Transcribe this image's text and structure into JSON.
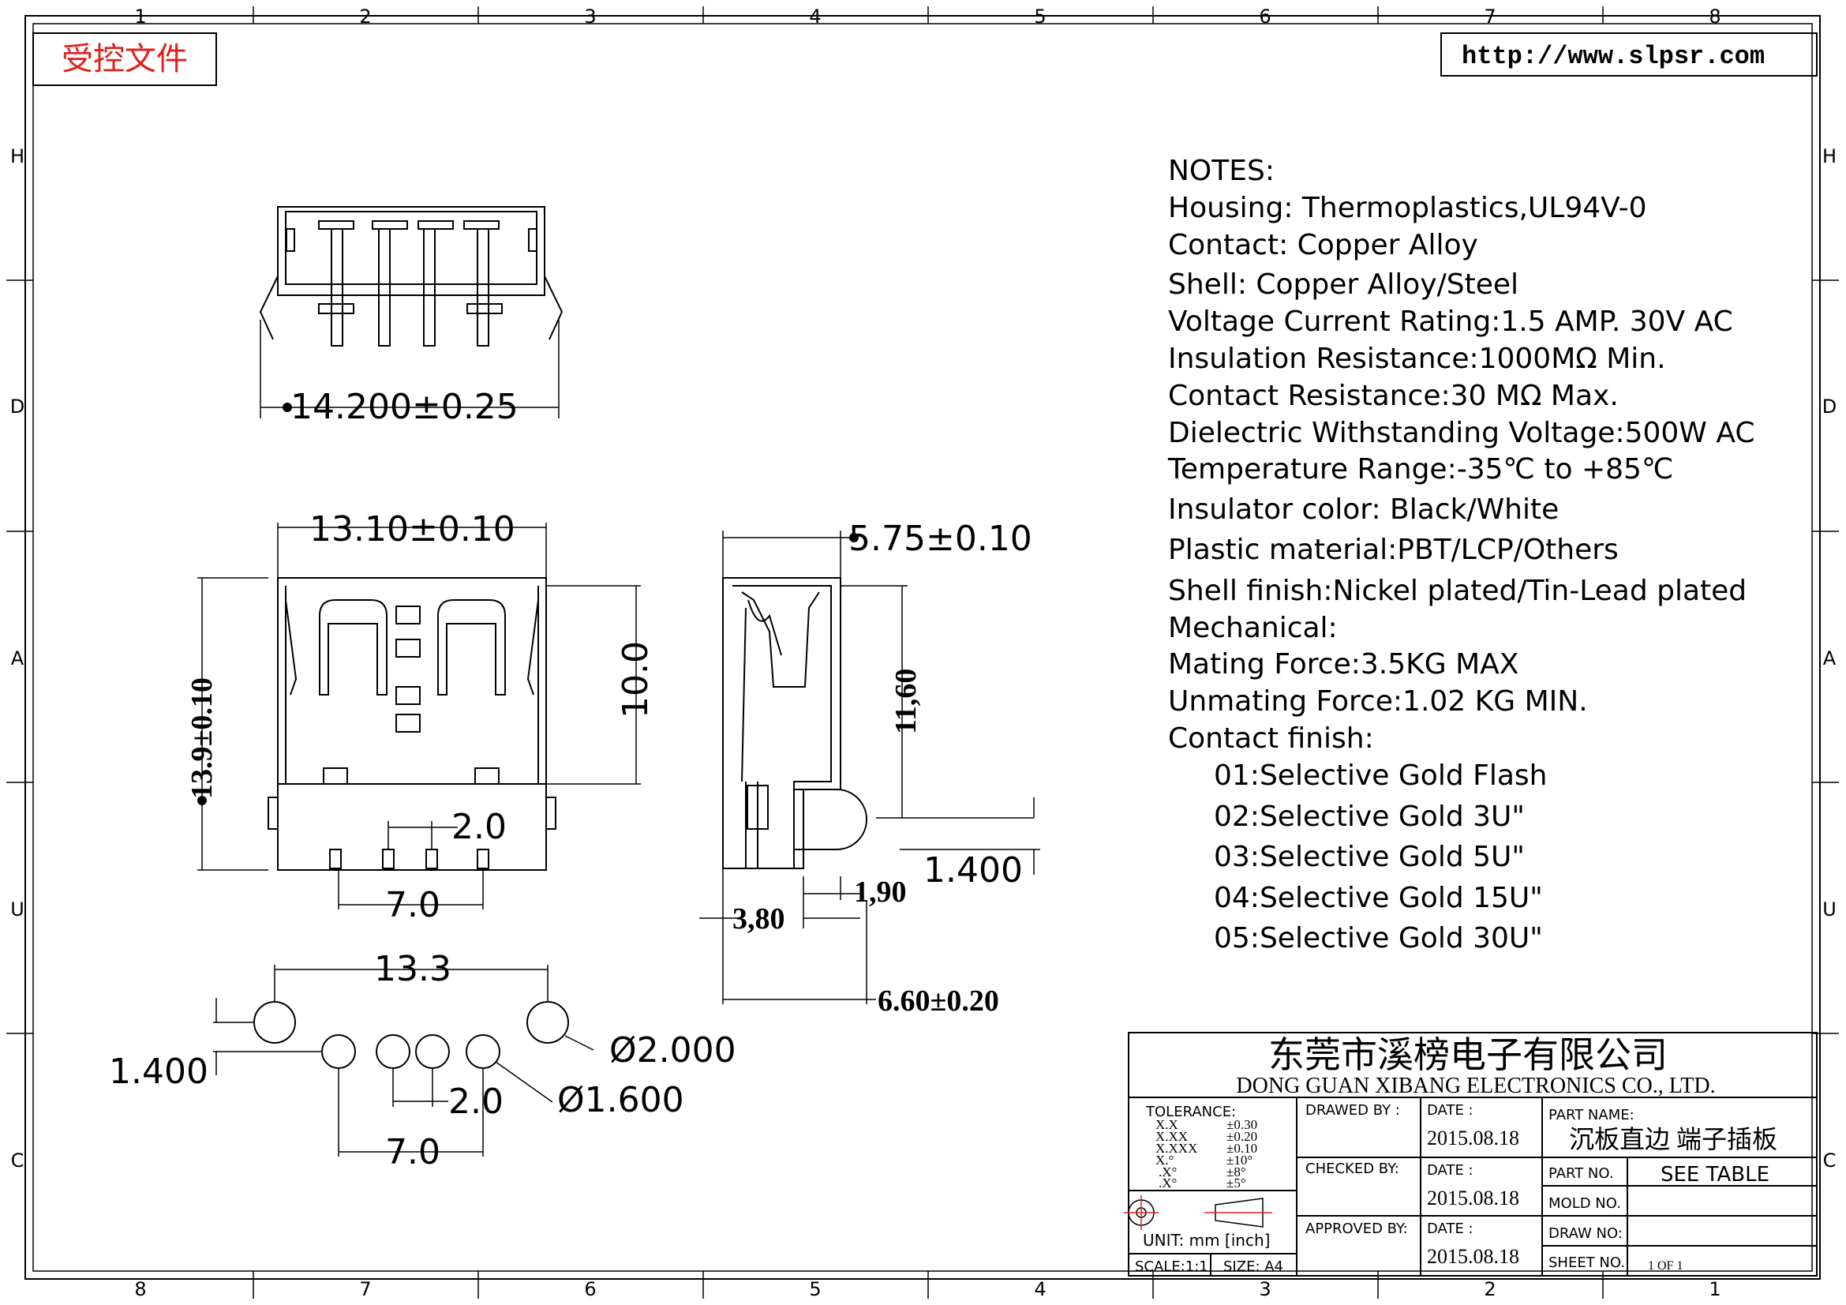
{
  "border": {
    "top_numbers": [
      "1",
      "2",
      "3",
      "4",
      "5",
      "6",
      "7",
      "8"
    ],
    "bottom_numbers": [
      "8",
      "7",
      "6",
      "5",
      "4",
      "3",
      "2",
      "1"
    ],
    "side_letters": [
      "H",
      "D",
      "A",
      "U",
      "C"
    ]
  },
  "header": {
    "stamp": "受控文件",
    "website": "http://www.slpsr.com"
  },
  "notes": {
    "title": "NOTES:",
    "lines": [
      "Housing:  Thermoplastics,UL94V-0",
      "Contact:  Copper  Alloy",
      "Shell:  Copper  Alloy/Steel",
      "Voltage  Current  Rating:1.5  AMP.  30V  AC",
      "Insulation  Resistance:1000MΩ  Min.",
      "Contact  Resistance:30  MΩ  Max.",
      "Dielectric  Withstanding  Voltage:500W  AC",
      "Temperature  Range:-35℃  to  +85℃",
      "Insulator  color:  Black/White",
      "Plastic  material:PBT/LCP/Others",
      "Shell  finish:Nickel  plated/Tin-Lead  plated",
      "Mechanical:",
      "Mating  Force:3.5KG  MAX",
      "Unmating  Force:1.02  KG  MIN.",
      "Contact  finish:"
    ],
    "finish_options": [
      "01:Selective  Gold  Flash",
      "02:Selective  Gold  3U\"",
      "03:Selective  Gold  5U\"",
      "04:Selective  Gold  15U\"",
      "05:Selective  Gold  30U\""
    ]
  },
  "dimensions": {
    "top_width": "14.200±0.25",
    "front_width": "13.10±0.10",
    "front_height": "13.9±0.10",
    "front_inner": "10.0",
    "pin_pitch": "2.0",
    "pin_span": "7.0",
    "side_depth": "5.75±0.10",
    "side_height": "11,60",
    "side_step": "1.400",
    "side_a": "1,90",
    "side_b": "3,80",
    "side_total": "6.60±0.20",
    "pcb_span": "13.3",
    "pcb_offset": "1.400",
    "pcb_pitch": "2.0",
    "pcb_pin_span": "7.0",
    "hole_large": "Ø2.000",
    "hole_small": "Ø1.600"
  },
  "title_block": {
    "company_cn": "东莞市溪榜电子有限公司",
    "company_en": "DONG GUAN XIBANG ELECTRONICS CO., LTD.",
    "tolerance_label": "TOLERANCE:",
    "tolerances": [
      {
        "fmt": "X.X",
        "val": "±0.30"
      },
      {
        "fmt": "X.XX",
        "val": "±0.20"
      },
      {
        "fmt": "X.XXX",
        "val": "±0.10"
      },
      {
        "fmt": "X.°",
        "val": "±10°"
      },
      {
        "fmt": ".X°",
        "val": "±8°"
      },
      {
        "fmt": ".X°",
        "val": "±5°"
      }
    ],
    "unit": "UNIT:  mm  [inch]",
    "scale": "SCALE:1:1",
    "size": "SIZE:  A4",
    "drawed_by": "DRAWED  BY :",
    "checked_by": "CHECKED  BY:",
    "approved_by": "APPROVED  BY:",
    "date_label": "DATE  :",
    "date1": "2015.08.18",
    "date2": "2015.08.18",
    "date3": "2015.08.18",
    "part_name_label": "PART  NAME:",
    "part_name": "沉板直边  端子插板",
    "part_no_label": "PART  NO.",
    "part_no": "SEE  TABLE",
    "mold_no_label": "MOLD  NO.",
    "draw_no_label": "DRAW  NO:",
    "sheet_no_label": "SHEET  NO.",
    "sheet": "1  OF  1"
  }
}
